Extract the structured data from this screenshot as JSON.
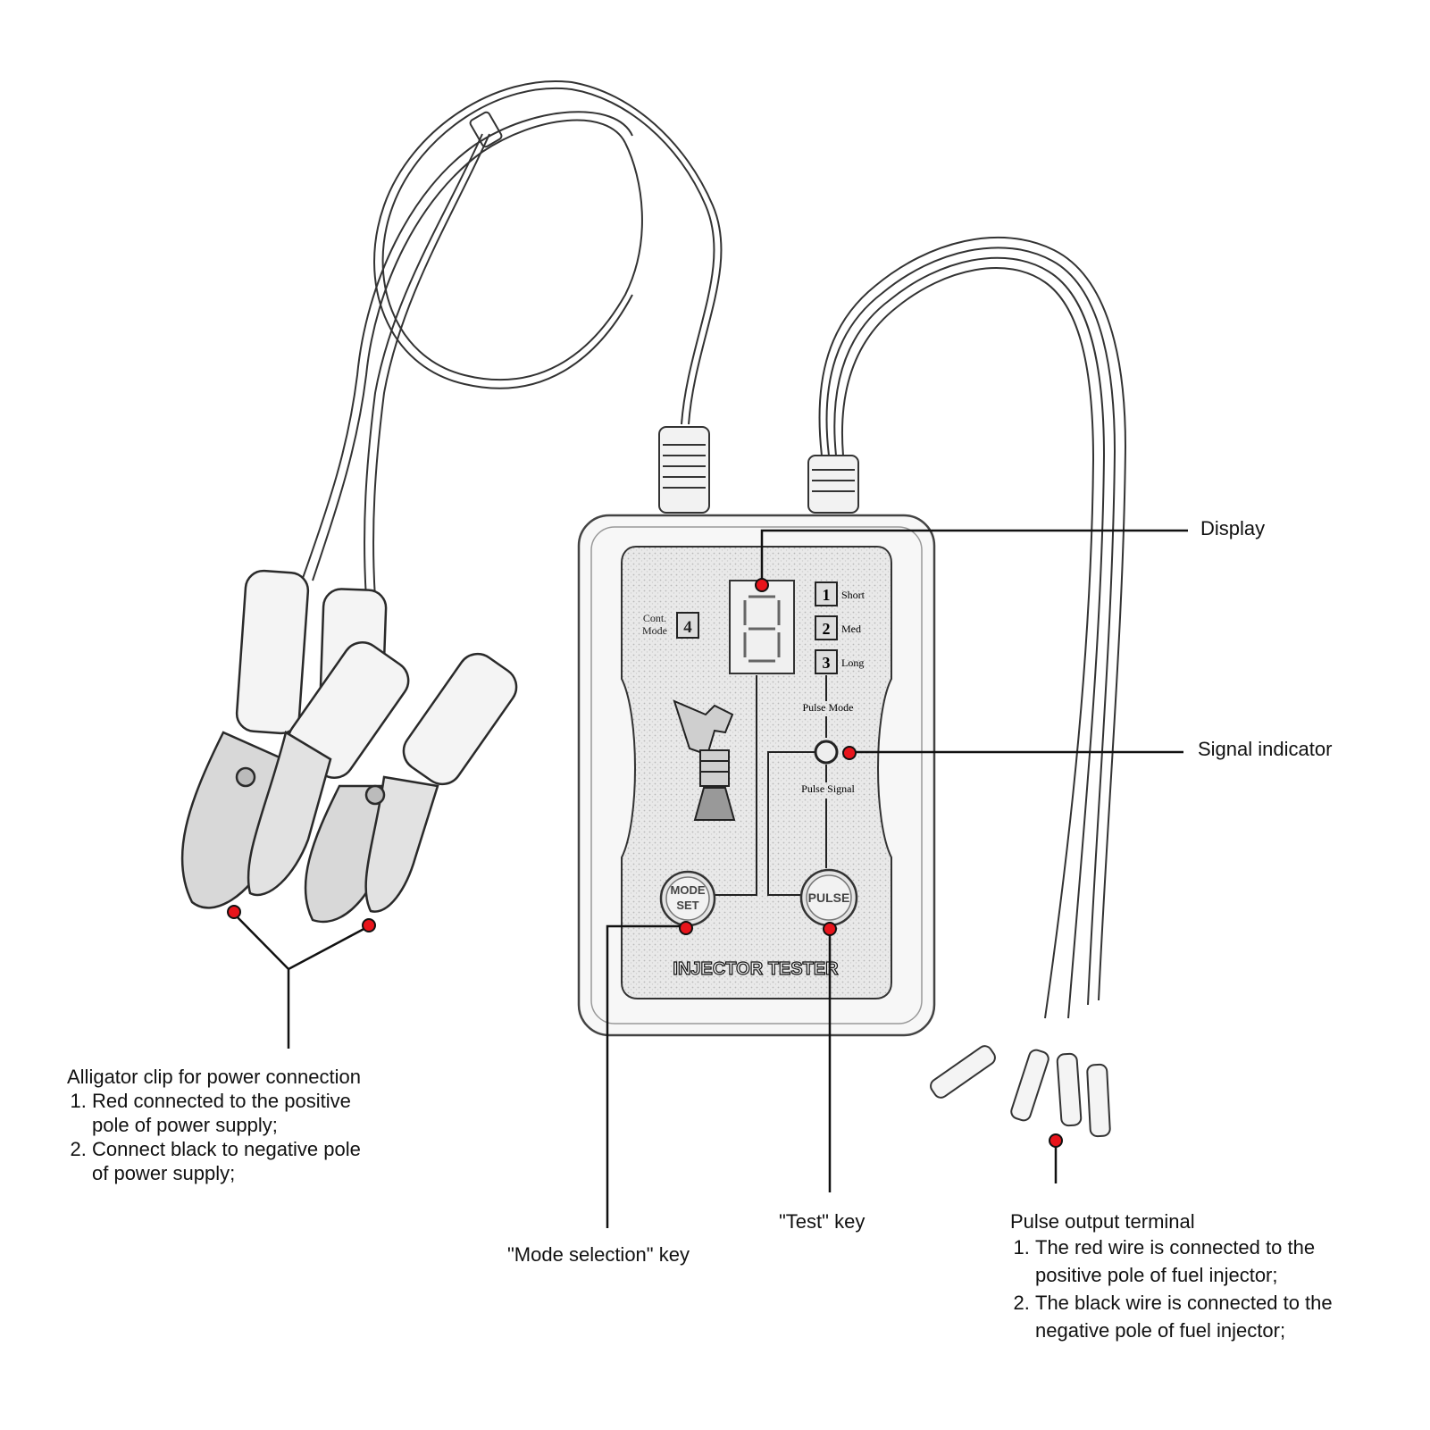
{
  "device": {
    "brand_label": "INJECTOR TESTER",
    "mode_button": {
      "line1": "MODE",
      "line2": "SET"
    },
    "pulse_button": "PULSE",
    "cont_mode": {
      "number": "4",
      "line1": "Cont.",
      "line2": "Mode"
    },
    "modes": [
      {
        "number": "1",
        "label": "Short"
      },
      {
        "number": "2",
        "label": "Med"
      },
      {
        "number": "3",
        "label": "Long"
      }
    ],
    "pulse_mode_label": "Pulse Mode",
    "pulse_signal_label": "Pulse Signal"
  },
  "callouts": {
    "display": "Display",
    "signal_indicator": "Signal indicator",
    "mode_key": "\"Mode selection\" key",
    "test_key": "\"Test\" key",
    "alligator": {
      "title": "Alligator clip for power connection",
      "items": [
        "Red connected to the positive pole of power supply;",
        "Connect black to negative pole of power supply;"
      ],
      "lines": [
        "Red connected to the positive",
        "pole of power supply;",
        "Connect black to negative pole",
        "of power supply;"
      ]
    },
    "pulse_output": {
      "title": "Pulse output terminal",
      "lines": [
        "The red wire is connected to the",
        "positive pole of fuel injector;",
        "The black wire is connected to the",
        "negative pole of fuel injector;"
      ]
    }
  },
  "colors": {
    "marker": "#e8141b",
    "line": "#111111",
    "sketch": "#2a2a2a",
    "panel": "#e6e6e6"
  }
}
